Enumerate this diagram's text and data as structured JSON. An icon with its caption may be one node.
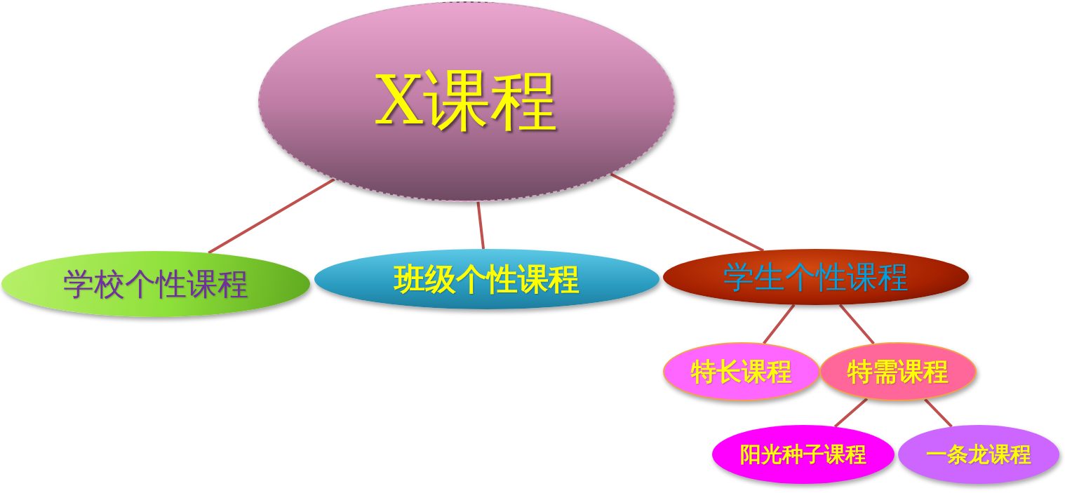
{
  "diagram": {
    "nodes": [
      {
        "text": [
          "X课程"
        ]
      },
      {
        "text": [
          "学校个性课程"
        ]
      },
      {
        "text": [
          "班级个性课程"
        ]
      },
      {
        "text": [
          "学生个性课程"
        ]
      },
      {
        "text": [
          "特长课程"
        ]
      },
      {
        "text": [
          "特需课程"
        ]
      },
      {
        "text": [
          "阳光种子课程"
        ]
      },
      {
        "text": [
          "一条龙课程"
        ]
      }
    ],
    "edges": [
      {
        "from": 0,
        "to": 1,
        "arrow": "none"
      },
      {
        "from": 0,
        "to": 2,
        "arrow": "none"
      },
      {
        "from": 0,
        "to": 3,
        "arrow": "none"
      },
      {
        "from": 3,
        "to": 4,
        "arrow": "none"
      },
      {
        "from": 3,
        "to": 5,
        "arrow": "none"
      },
      {
        "from": 5,
        "to": 6,
        "arrow": "none"
      },
      {
        "from": 5,
        "to": 7,
        "arrow": "none"
      }
    ]
  }
}
